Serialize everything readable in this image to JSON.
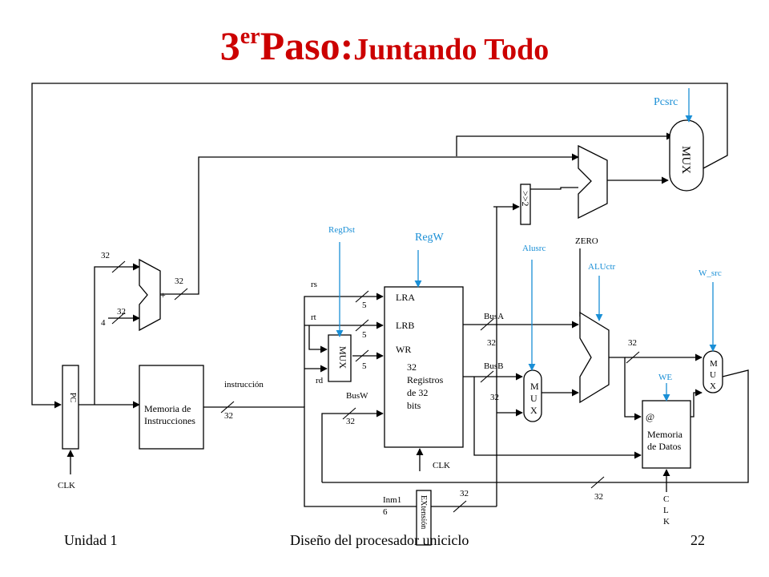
{
  "title": {
    "number": "3",
    "superscript": "er",
    "step": "Paso:",
    "subtitle": "Juntando Todo"
  },
  "diagram": {
    "blocks": {
      "pc": "PC",
      "instr_mem": [
        "Memoria de",
        "Instrucciones"
      ],
      "adder": "+",
      "mux_rd": "MUX",
      "regs_ports": [
        "LRA",
        "LRB",
        "WR"
      ],
      "regs_label": [
        "32",
        "Registros",
        "de 32",
        "bits"
      ],
      "mux_alu": [
        "M",
        "U",
        "X"
      ],
      "shift": ">>2",
      "mux_pc": "MUX",
      "data_mem_addr": "@",
      "data_mem": [
        "Memoria",
        "de Datos"
      ],
      "mux_wb": [
        "M",
        "U",
        "X"
      ],
      "extension": "EXtensión"
    },
    "signals": {
      "pcsrc": "Pcsrc",
      "regdst": "RegDst",
      "regw": "RegW",
      "alusrc": "Alusrc",
      "aluctr": "ALUctr",
      "w_src": "W_src",
      "we": "WE",
      "zero": "ZERO"
    },
    "labels": {
      "clk_pc": "CLK",
      "clk_regs": "CLK",
      "clk_mem": [
        "C",
        "L",
        "K"
      ],
      "rs": "rs",
      "rt": "rt",
      "rd": "rd",
      "busa": "BusA",
      "busb": "BusB",
      "busw": "BusW",
      "instruccion": "instrucción",
      "inm16": [
        "Inm1",
        "6"
      ],
      "four": "4"
    },
    "widths": {
      "w32": "32",
      "w5": "5"
    },
    "colors": {
      "title": "#cc0000",
      "control": "#1a8fd6",
      "wire": "#000000"
    }
  },
  "footer": {
    "unit": "Unidad 1",
    "course": "Diseño del procesador uniciclo",
    "page": "22"
  }
}
